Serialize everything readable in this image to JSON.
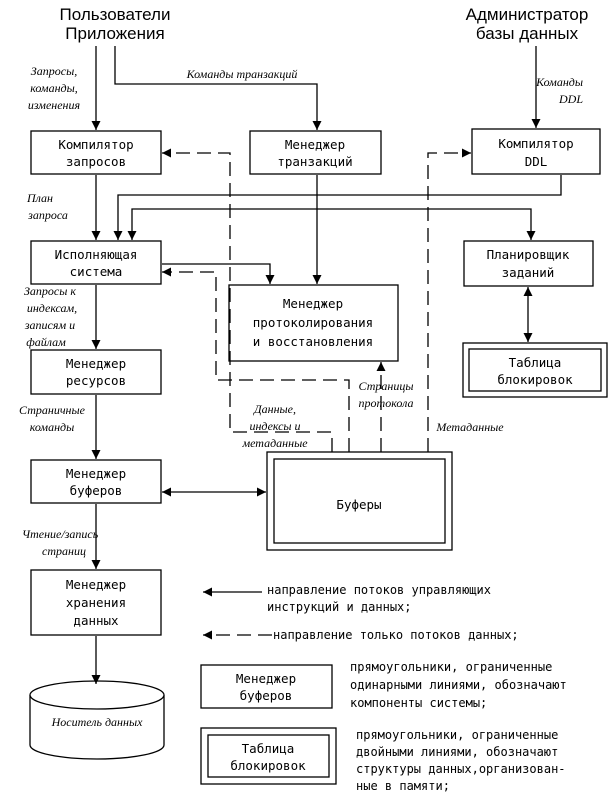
{
  "actors": {
    "users": [
      "Пользователи",
      "Приложения"
    ],
    "admin": [
      "Администратор",
      "базы данных"
    ]
  },
  "components": {
    "query_compiler": [
      "Компилятор",
      "запросов"
    ],
    "transaction_manager": [
      "Менеджер",
      "транзакций"
    ],
    "ddl_compiler": [
      "Компилятор",
      "DDL"
    ],
    "execution_engine": [
      "Исполняющая",
      "система"
    ],
    "scheduler": [
      "Планировщик",
      "заданий"
    ],
    "logging_manager": [
      "Менеджер",
      "протоколирования",
      "и восстановления"
    ],
    "lock_table": [
      "Таблица",
      "блокировок"
    ],
    "resource_manager": [
      "Менеджер",
      "ресурсов"
    ],
    "buffer_manager": [
      "Менеджер",
      "буферов"
    ],
    "buffers": "Буферы",
    "storage_manager": [
      "Менеджер",
      "хранения",
      "данных"
    ],
    "storage_medium": "Носитель данных"
  },
  "edge_labels": {
    "queries": [
      "Запросы,",
      "команды,",
      "изменения"
    ],
    "transaction_commands": "Команды транзакций",
    "ddl_commands": [
      "Команды",
      "DDL"
    ],
    "query_plan": [
      "План",
      "запроса"
    ],
    "index_requests": [
      "Запросы к",
      "индексам,",
      "записям и",
      "файлам"
    ],
    "page_commands": [
      "Страничные",
      "команды"
    ],
    "data_indexes_metadata": [
      "Данные,",
      "индексы и",
      "метаданные"
    ],
    "log_pages": [
      "Страницы",
      "протокола"
    ],
    "metadata": "Метаданные",
    "read_write_pages": [
      "Чтение/запись",
      "страниц"
    ]
  },
  "legend": {
    "solid_arrow": [
      "направление потоков управляющих",
      "инструкций и данных;"
    ],
    "dashed_arrow": "направление только потоков данных;",
    "single_box_sample": [
      "Менеджер",
      "буферов"
    ],
    "single_box_desc": [
      "прямоугольники, ограниченные",
      "одинарными линиями, обозначают",
      "компоненты системы;"
    ],
    "double_box_sample": [
      "Таблица",
      "блокировок"
    ],
    "double_box_desc": [
      "прямоугольники, ограниченные",
      "двойными линиями, обозначают",
      "структуры данных,организован-",
      "ные в памяти;"
    ]
  }
}
